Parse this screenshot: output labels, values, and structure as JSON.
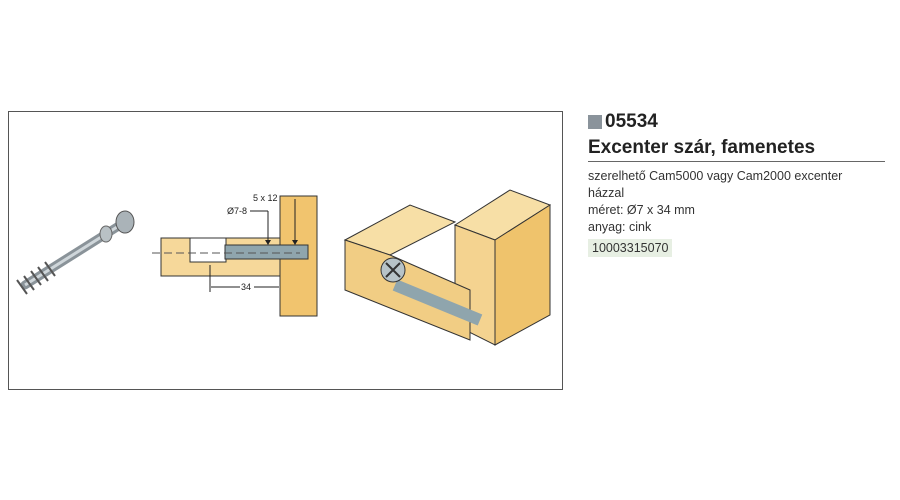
{
  "product": {
    "code": "05534",
    "title": "Excenter szár, famenetes",
    "description_lines": [
      "szerelhető Cam5000 vagy Cam2000 excenter",
      "házzal"
    ],
    "size": "méret: Ø7 x 34 mm",
    "material": "anyag: cink",
    "article_number": "10003315070"
  },
  "drawing": {
    "label_slot": "5 x 12",
    "label_diameter": "Ø7-8",
    "label_length": "34"
  },
  "colors": {
    "wood": "#f3cf86",
    "rod": "#8fa5ad",
    "accent_square": "#8a939b"
  }
}
